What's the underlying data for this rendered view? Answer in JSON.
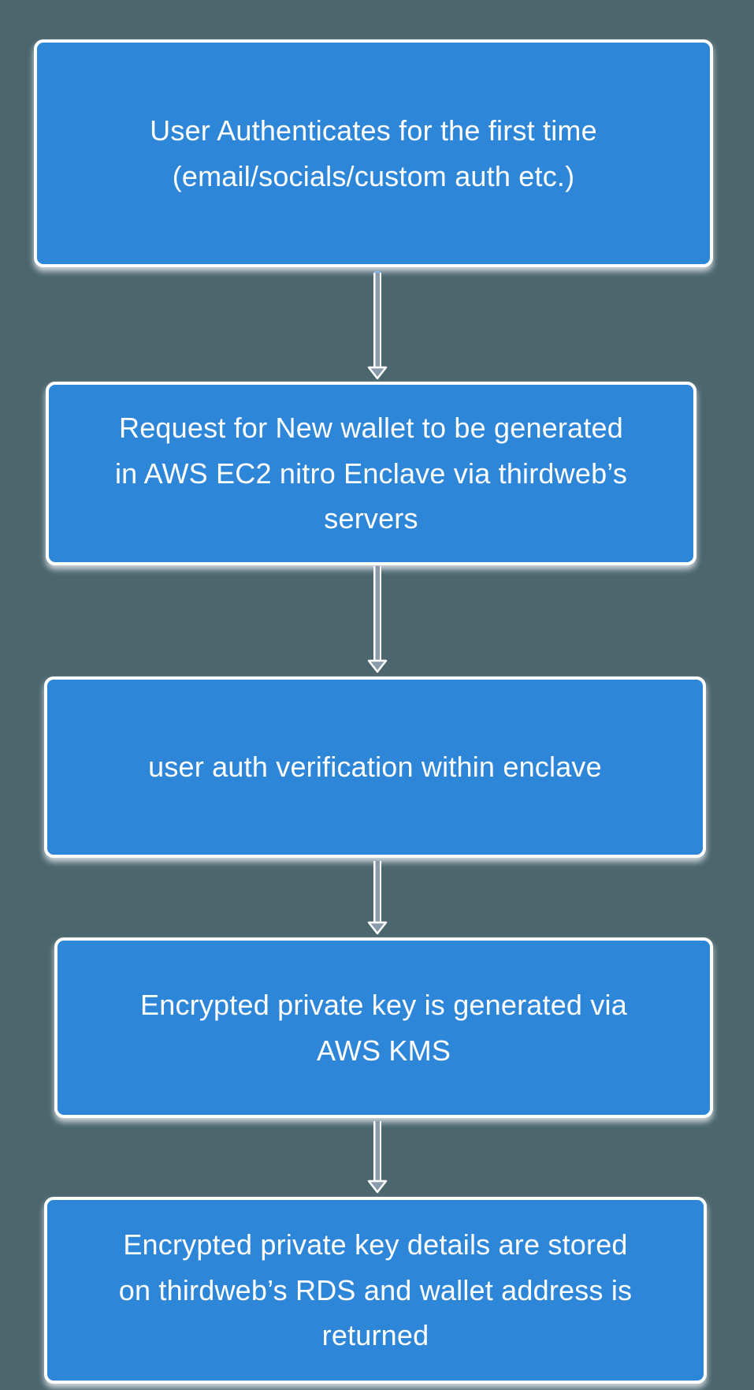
{
  "page": {
    "type": "flowchart",
    "background_color": "#4c666e"
  },
  "style": {
    "node_fill": "#2e86d8",
    "node_border": "#ffffff",
    "node_text_color": "#ffffff",
    "node_shadow": "rgba(243,246,249,0.8)",
    "arrow_fill": "#8a9aab",
    "arrow_outline": "#ffffff",
    "connector_nub": "#85b5e6"
  },
  "flowchart": {
    "nodes": [
      {
        "id": "user-authenticates",
        "lines": [
          "User Authenticates for the first time",
          "(email/socials/custom auth etc.)"
        ]
      },
      {
        "id": "request-new-wallet",
        "lines": [
          "Request for New wallet to be generated",
          "in AWS EC2 nitro Enclave via thirdweb’s",
          "servers"
        ]
      },
      {
        "id": "auth-verification",
        "lines": [
          "user auth verification within enclave"
        ]
      },
      {
        "id": "key-generated",
        "lines": [
          "Encrypted private key is generated via",
          "AWS KMS"
        ]
      },
      {
        "id": "key-stored",
        "lines": [
          "Encrypted private key details are stored",
          "on thirdweb’s RDS and wallet address is",
          "returned"
        ]
      }
    ],
    "connectors": [
      {
        "from": "user-authenticates",
        "to": "request-new-wallet"
      },
      {
        "from": "request-new-wallet",
        "to": "auth-verification"
      },
      {
        "from": "auth-verification",
        "to": "key-generated"
      },
      {
        "from": "key-generated",
        "to": "key-stored"
      }
    ]
  }
}
